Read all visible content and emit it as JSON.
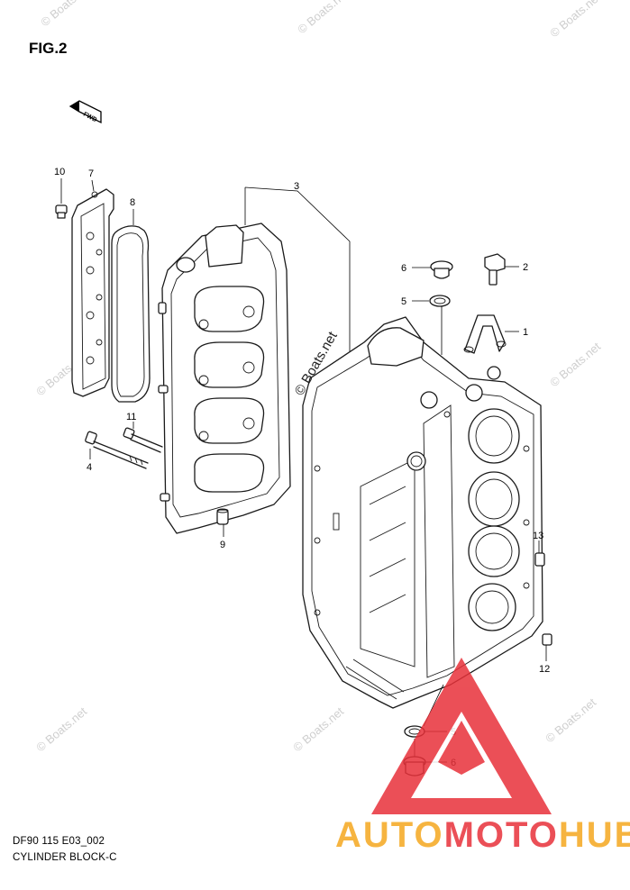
{
  "figure": {
    "title": "FIG.2"
  },
  "caption": {
    "line1": "DF90 115 E03_002",
    "line2": "CYLINDER BLOCK-C"
  },
  "fwd_label": "FWD",
  "callouts": {
    "c1": "1",
    "c2": "2",
    "c3": "3",
    "c4": "4",
    "c5a": "5",
    "c5b": "5",
    "c6a": "6",
    "c6b": "6",
    "c7": "7",
    "c8": "8",
    "c9": "9",
    "c10": "10",
    "c11": "11",
    "c12": "12",
    "c13": "13"
  },
  "watermarks": {
    "boats": "© Boats.net",
    "center": "© Boats.net",
    "logo_part1": "AUTO",
    "logo_part2": "MOTO",
    "logo_part3": "HUB"
  },
  "colors": {
    "logo_orange": "#f5a81f",
    "logo_red": "#e8313a",
    "line": "#1a1a1a",
    "watermark_grey": "#cfcfcf"
  }
}
